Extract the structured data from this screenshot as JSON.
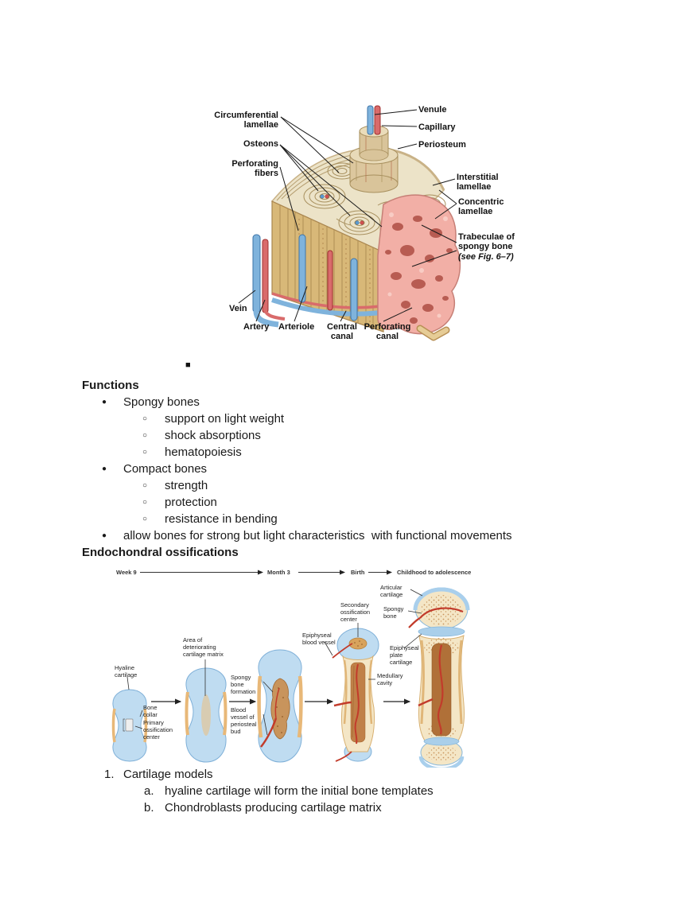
{
  "document": {
    "empty_bullet": "■"
  },
  "outline": {
    "functions_heading": "Functions",
    "items": [
      {
        "marker": "●",
        "text": "Spongy bones"
      },
      {
        "marker": "○",
        "text": "support on light weight"
      },
      {
        "marker": "○",
        "text": "shock absorptions"
      },
      {
        "marker": "○",
        "text": "hematopoiesis"
      },
      {
        "marker": "●",
        "text": "Compact bones"
      },
      {
        "marker": "○",
        "text": "strength"
      },
      {
        "marker": "○",
        "text": "protection"
      },
      {
        "marker": "○",
        "text": "resistance in bending"
      },
      {
        "marker": "●",
        "text": "allow bones for strong but light characteristics  with functional movements"
      }
    ],
    "endochondral_heading": "Endochondral ossifications"
  },
  "cartilage_list": {
    "items": [
      {
        "marker": "1.",
        "text": "Cartilage models"
      },
      {
        "marker": "a.",
        "text": "hyaline cartilage will form the initial bone templates"
      },
      {
        "marker": "b.",
        "text": "Chondroblasts producing cartilage matrix"
      }
    ]
  },
  "figure_bone": {
    "labels": {
      "circumferential_lamellae": "Circumferential lamellae",
      "osteons": "Osteons",
      "perforating_fibers": "Perforating fibers",
      "venule": "Venule",
      "capillary": "Capillary",
      "periosteum": "Periosteum",
      "interstitial_lamellae": "Interstitial lamellae",
      "concentric_lamellae": "Concentric lamellae",
      "trabeculae": "Trabeculae of spongy bone",
      "trabeculae_note": "(see Fig. 6–7)",
      "vein": "Vein",
      "artery": "Artery",
      "arteriole": "Arteriole",
      "central_canal": "Central canal",
      "perforating_canal": "Perforating canal"
    }
  },
  "figure_ossification": {
    "timeline": [
      "Week 9",
      "Month 3",
      "Birth",
      "Childhood to adolescence"
    ],
    "labels": {
      "hyaline_cartilage": "Hyaline cartilage",
      "bone_collar": "Bone collar",
      "primary_ossification_center": "Primary ossification center",
      "area_deteriorating": "Area of deteriorating cartilage matrix",
      "spongy_bone_formation": "Spongy bone formation",
      "blood_vessel_periosteal_bud": "Blood vessel of periosteal bud",
      "secondary_ossification_center": "Secondary ossification center",
      "epiphyseal_blood_vessel": "Epiphyseal blood vessel",
      "medullary_cavity": "Medullary cavity",
      "articular_cartilage": "Articular cartilage",
      "spongy_bone": "Spongy bone",
      "epiphyseal_plate_cartilage": "Epiphyseal plate cartilage"
    }
  },
  "colors": {
    "bone_surface": "#ECE3C8",
    "bone_cortex": "#D8B878",
    "spongy_pink": "#F2AFA6",
    "spongy_hole": "#B85C52",
    "vessel_blue": "#7FB3DC",
    "vessel_red": "#D05050",
    "cartilage_blue": "#BFDCF1",
    "collar_tan": "#E8B878",
    "marrow_brown": "#C08048",
    "label_ink": "#1A1A1A"
  }
}
